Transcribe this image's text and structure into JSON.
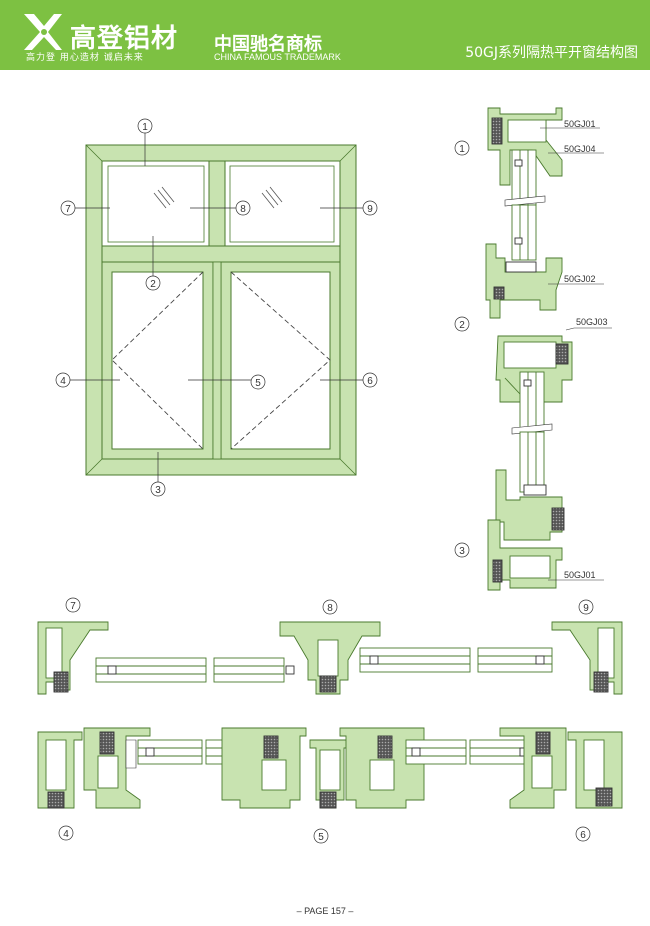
{
  "header": {
    "brand_name": "高登铝材",
    "brand_slogan": "高力登   用心造材   诚启未来",
    "trademark_cn": "中国驰名商标",
    "trademark_en": "CHINA FAMOUS TRADEMARK",
    "page_title": "50GJ系列隔热平开窗结构图"
  },
  "elevation": {
    "callouts": [
      "1",
      "2",
      "3",
      "4",
      "5",
      "6",
      "7",
      "8",
      "9"
    ]
  },
  "vertical_section": {
    "markers": [
      "1",
      "2",
      "3"
    ],
    "profiles": [
      "50GJ01",
      "50GJ04",
      "50GJ02",
      "50GJ03",
      "50GJ01"
    ]
  },
  "horizontal_sections": {
    "top_markers": [
      "7",
      "8",
      "9"
    ],
    "bottom_markers": [
      "4",
      "5",
      "6"
    ]
  },
  "colors": {
    "header": "#7dc142",
    "profile_fill": "#c8e3b0",
    "profile_stroke": "#4a7a2e",
    "gasket": "#333333"
  },
  "footer": {
    "page_number": "– PAGE 157 –"
  }
}
